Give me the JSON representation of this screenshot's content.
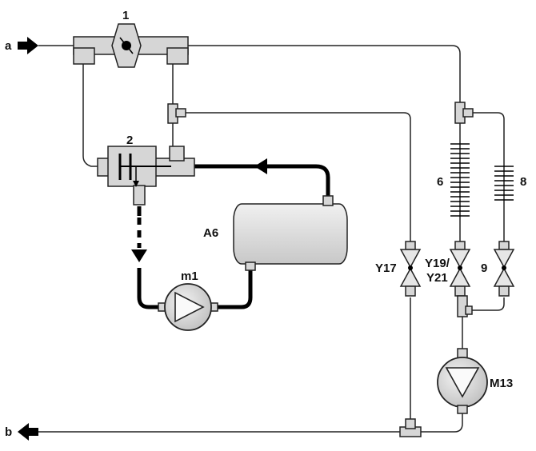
{
  "labels": {
    "inlet": "a",
    "outlet": "b",
    "item_1": "1",
    "item_2": "2",
    "tank": "A6",
    "pump_m1": "m1",
    "pump_m13": "M13",
    "item_6": "6",
    "item_8": "8",
    "item_9": "9",
    "valve_y17": "Y17",
    "valve_y19_line1": "Y19/",
    "valve_y19_line2": "Y21"
  },
  "colors": {
    "line": "#000000",
    "component_fill": "#d6d6d6",
    "tank_fill": "#e6e6e6",
    "background": "#ffffff"
  }
}
